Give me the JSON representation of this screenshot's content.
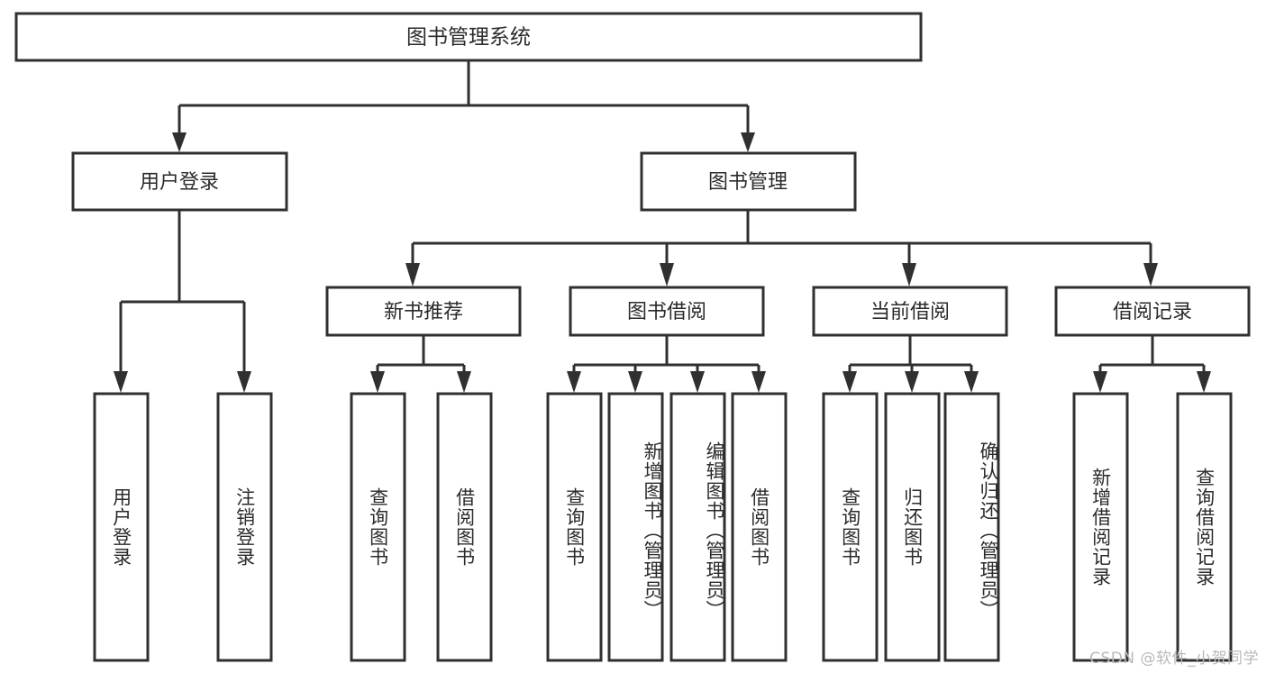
{
  "diagram": {
    "type": "hierarchy-tree",
    "title": "图书管理系统",
    "root": {
      "label": "图书管理系统",
      "orientation": "horizontal"
    },
    "level2": [
      {
        "label": "用户登录"
      },
      {
        "label": "图书管理"
      }
    ],
    "level3": [
      {
        "label": "新书推荐"
      },
      {
        "label": "图书借阅"
      },
      {
        "label": "当前借阅"
      },
      {
        "label": "借阅记录"
      }
    ],
    "leaves": {
      "user_login": [
        {
          "label": "用户登录"
        },
        {
          "label": "注销登录"
        }
      ],
      "new_book_recommend": [
        {
          "label": "查询图书"
        },
        {
          "label": "借阅图书"
        }
      ],
      "book_borrow": [
        {
          "label": "查询图书"
        },
        {
          "label": "新增图书（管理员）"
        },
        {
          "label": "编辑图书（管理员）"
        },
        {
          "label": "借阅图书"
        }
      ],
      "current_borrow": [
        {
          "label": "查询图书"
        },
        {
          "label": "归还图书"
        },
        {
          "label": "确认归还（管理员）"
        }
      ],
      "borrow_record": [
        {
          "label": "新增借阅记录"
        },
        {
          "label": "查询借阅记录"
        }
      ]
    },
    "colors": {
      "stroke": "#303030",
      "box_fill": "#ffffff",
      "text": "#2b2b2b",
      "watermark": "#b9b9b9",
      "background": "#ffffff"
    }
  },
  "watermark": {
    "text": "CSDN @软件_小贺同学"
  }
}
